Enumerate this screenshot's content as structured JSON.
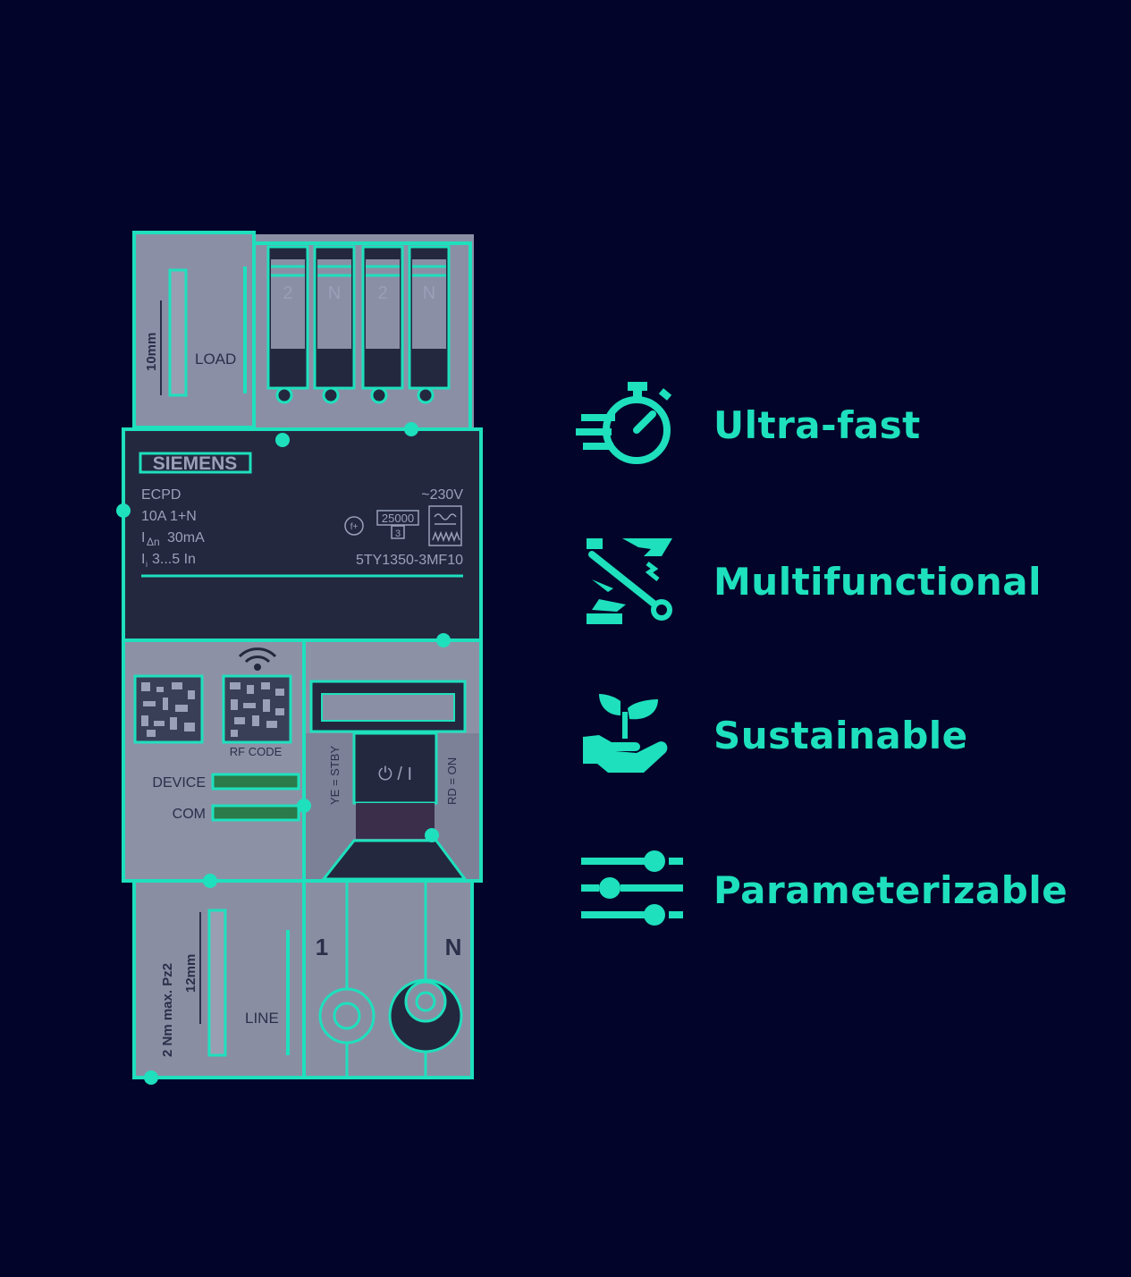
{
  "accent_color": "#1ee0bd",
  "background_color": "#03042a",
  "device": {
    "brand": "SIEMENS",
    "terminal_labels_top": [
      "2",
      "N",
      "2",
      "N"
    ],
    "load_label": "LOAD",
    "top_wire_dim": "10mm",
    "line_label": "LINE",
    "bottom_wire_dim": "12mm",
    "torque_label": "2 Nm max. Pz2",
    "product_type": "ECPD",
    "rating": "10A 1+N",
    "residual_current_prefix": "I",
    "residual_current_sub": "Δn",
    "residual_current_value": "30mA",
    "inst_prefix": "I",
    "inst_sub": "i",
    "inst_value": "3...5 In",
    "voltage": "~230V",
    "cycles": "25000",
    "cycles_class": "3",
    "model_number": "5TY1350-3MF10",
    "rf_code_label": "RF CODE",
    "device_led_label": "DEVICE",
    "com_led_label": "COM",
    "standby_label": "YE = STBY",
    "on_label": "RD = ON",
    "switch_label": "⏻ / I",
    "bottom_terminal_1": "1",
    "bottom_terminal_n": "N",
    "f_plus_label": "f+"
  },
  "features": [
    {
      "name": "Ultra-fast",
      "icon": "stopwatch-icon"
    },
    {
      "name": "Multifunctional",
      "icon": "switch-blade-icon"
    },
    {
      "name": "Sustainable",
      "icon": "hand-sprout-icon"
    },
    {
      "name": "Parameterizable",
      "icon": "sliders-icon"
    }
  ]
}
